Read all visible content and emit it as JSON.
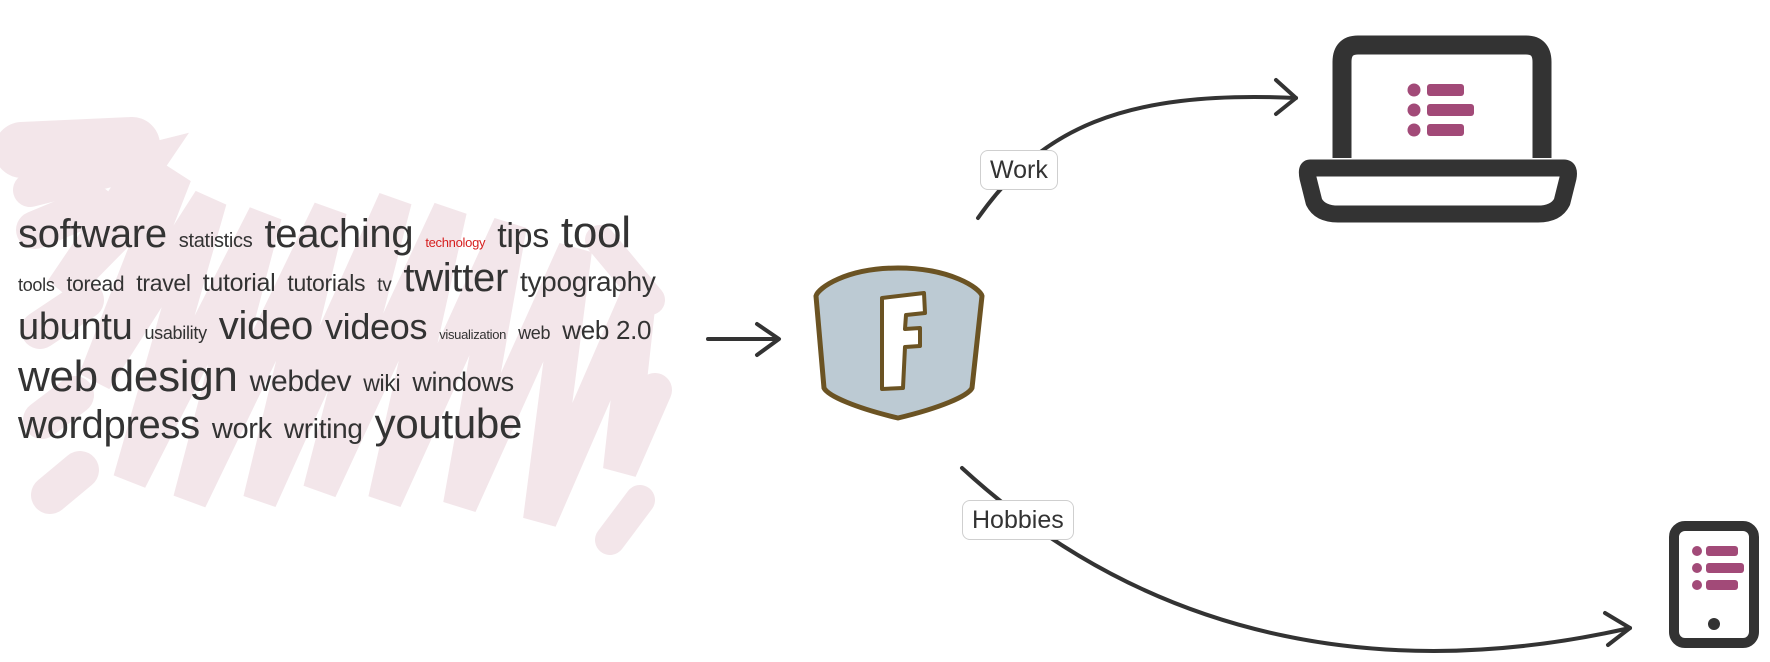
{
  "colors": {
    "ink": "#333333",
    "accent_red": "#d62020",
    "scribble": "#f3e6ea",
    "badge_fill": "#bccad3",
    "badge_stroke": "#6b5323",
    "list_icon": "#a24a78",
    "label_border": "#cfcfcf"
  },
  "tag_cloud": {
    "rows": [
      [
        {
          "text": "software",
          "size": 40
        },
        {
          "text": "statistics",
          "size": 20
        },
        {
          "text": "teaching",
          "size": 40
        },
        {
          "text": "technology",
          "size": 13,
          "highlight": true
        },
        {
          "text": "tips",
          "size": 34
        },
        {
          "text": "tool",
          "size": 44
        }
      ],
      [
        {
          "text": "tools",
          "size": 18
        },
        {
          "text": "toread",
          "size": 21
        },
        {
          "text": "travel",
          "size": 23
        },
        {
          "text": "tutorial",
          "size": 25
        },
        {
          "text": "tutorials",
          "size": 23
        },
        {
          "text": "tv",
          "size": 19
        },
        {
          "text": "twitter",
          "size": 40
        },
        {
          "text": "typography",
          "size": 28
        }
      ],
      [
        {
          "text": "ubuntu",
          "size": 38
        },
        {
          "text": "usability",
          "size": 18
        },
        {
          "text": "video",
          "size": 40
        },
        {
          "text": "videos",
          "size": 36
        },
        {
          "text": "visualization",
          "size": 13
        },
        {
          "text": "web",
          "size": 18
        },
        {
          "text": "web 2.0",
          "size": 26
        }
      ],
      [
        {
          "text": "web design",
          "size": 44
        },
        {
          "text": "webdev",
          "size": 30
        },
        {
          "text": "wiki",
          "size": 23
        },
        {
          "text": "windows",
          "size": 27
        }
      ],
      [
        {
          "text": "wordpress",
          "size": 40
        },
        {
          "text": "work",
          "size": 29
        },
        {
          "text": "writing",
          "size": 28
        },
        {
          "text": "youtube",
          "size": 42
        }
      ]
    ]
  },
  "hub": {
    "letter": "F",
    "icon": "f-shield-badge-icon"
  },
  "edges": {
    "work": {
      "label": "Work"
    },
    "hobbies": {
      "label": "Hobbies"
    }
  },
  "targets": {
    "laptop": {
      "icon": "laptop-list-icon"
    },
    "phone": {
      "icon": "phone-list-icon"
    }
  }
}
